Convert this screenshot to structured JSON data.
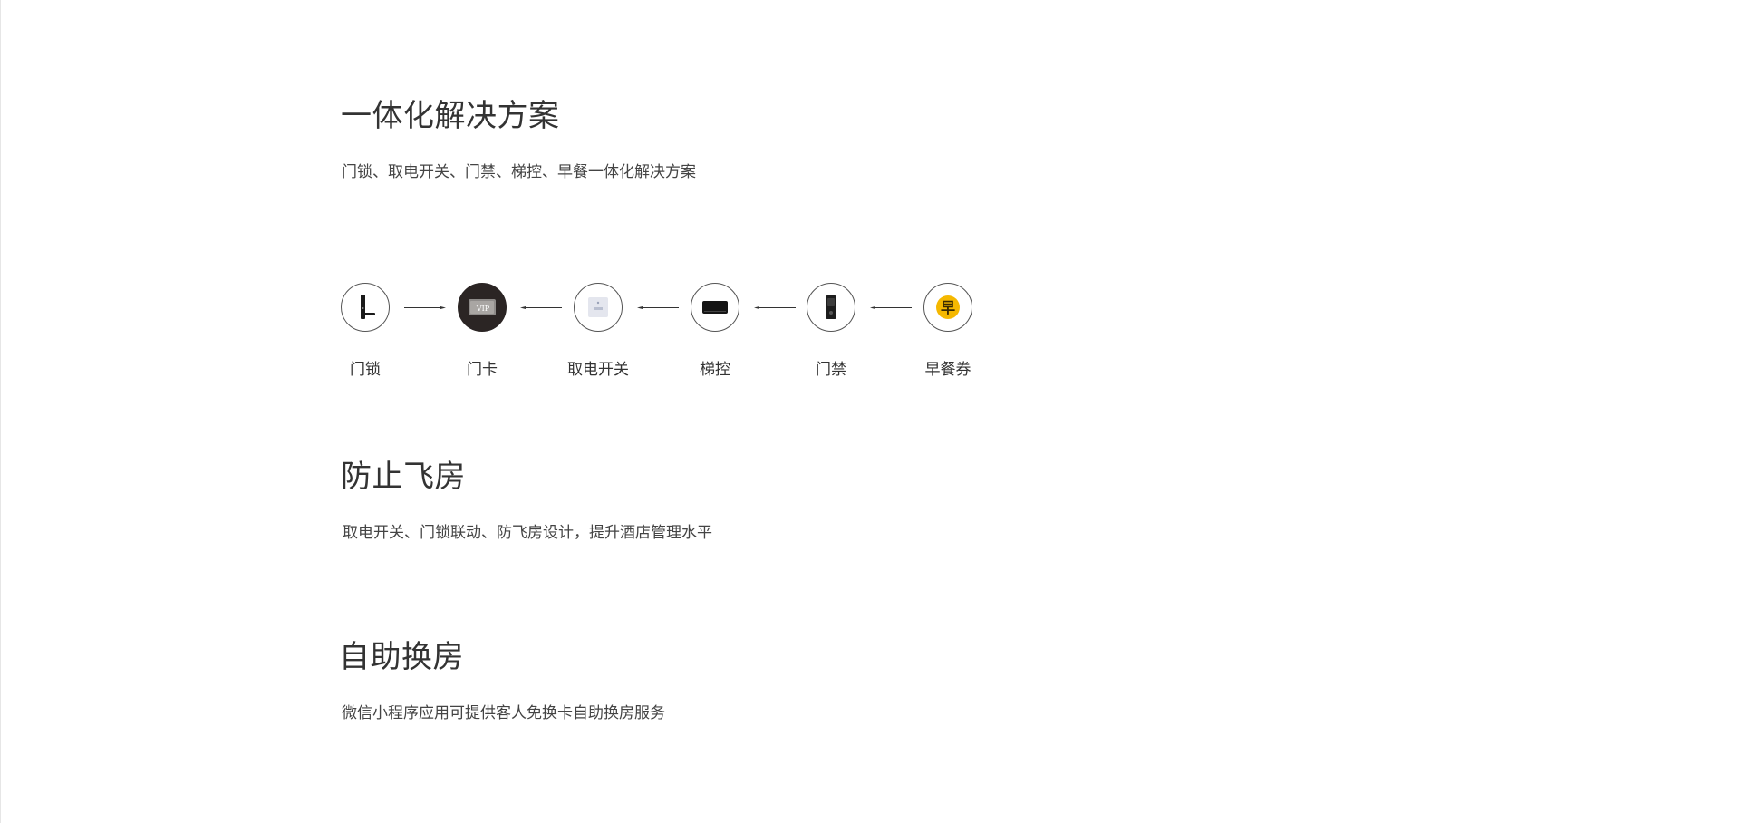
{
  "sections": [
    {
      "title": "一体化解决方案",
      "description": "门锁、取电开关、门禁、梯控、早餐一体化解决方案"
    },
    {
      "title": "防止飞房",
      "description": "取电开关、门锁联动、防飞房设计，提升酒店管理水平"
    },
    {
      "title": "自助换房",
      "description": "微信小程序应用可提供客人免换卡自助换房服务"
    }
  ],
  "flow": {
    "nodes": [
      {
        "label": "门锁",
        "icon": "door-lock-icon"
      },
      {
        "label": "门卡",
        "icon": "vip-card-icon"
      },
      {
        "label": "取电开关",
        "icon": "power-switch-icon"
      },
      {
        "label": "梯控",
        "icon": "elevator-control-icon"
      },
      {
        "label": "门禁",
        "icon": "access-control-icon"
      },
      {
        "label": "早餐券",
        "icon": "breakfast-voucher-icon"
      }
    ],
    "card_text": "VIP",
    "voucher_text": "早",
    "colors": {
      "voucher": "#f5b800",
      "card_bg": "#2b2524"
    }
  }
}
